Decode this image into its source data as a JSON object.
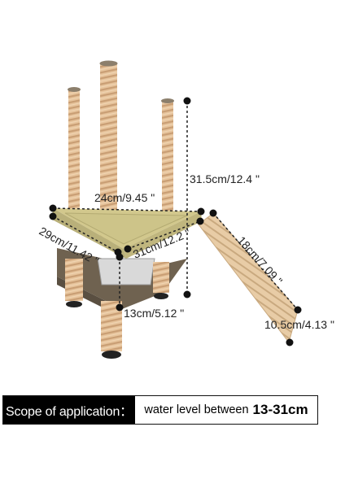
{
  "dimensions": {
    "height": "31.5cm/12.4 \"",
    "top_edge": "24cm/9.45 \"",
    "left_edge": "29cm/11.42 \"",
    "front_edge": "31cm/12.2 \"",
    "ramp_length": "18cm/7.09 \"",
    "ramp_width": "10.5cm/4.13 \"",
    "leg_height": "13cm/5.12 \""
  },
  "banner": {
    "label": "Scope of application：",
    "text": "water level between",
    "range": "13-31cm"
  },
  "colors": {
    "platform": "#c9c188",
    "rope": "#e3bf95",
    "base": "#6f6250",
    "banner_bg": "#000000"
  }
}
